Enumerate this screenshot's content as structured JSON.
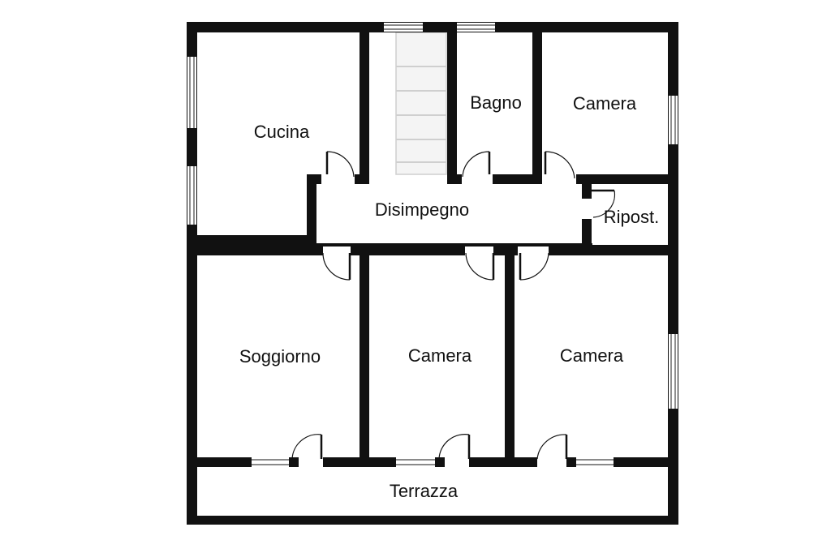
{
  "floorplan": {
    "rooms": {
      "cucina": "Cucina",
      "bagno": "Bagno",
      "camera_top": "Camera",
      "disimpegno": "Disimpegno",
      "ripostiglio": "Ripost.",
      "soggiorno": "Soggiorno",
      "camera_center": "Camera",
      "camera_right": "Camera",
      "terrazza": "Terrazza"
    }
  }
}
